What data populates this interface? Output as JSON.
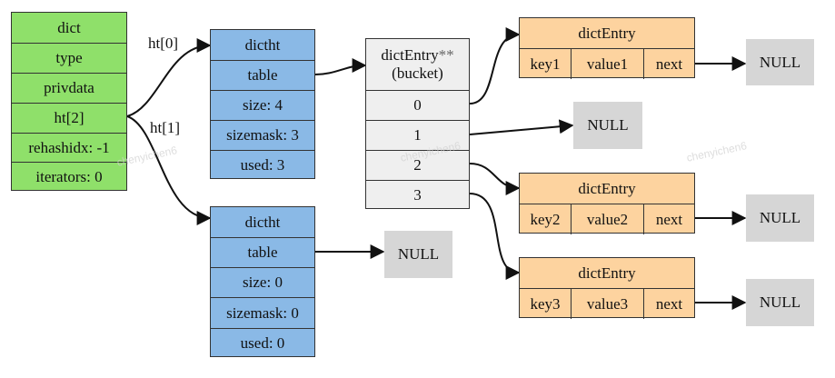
{
  "dict": {
    "title": "dict",
    "fields": [
      "type",
      "privdata",
      "ht[2]",
      "rehashidx: -1",
      "iterators: 0"
    ]
  },
  "edge_labels": {
    "ht0": "ht[0]",
    "ht1": "ht[1]"
  },
  "dictht0": {
    "title": "dictht",
    "fields": [
      "table",
      "size: 4",
      "sizemask: 3",
      "used: 3"
    ]
  },
  "dictht1": {
    "title": "dictht",
    "fields": [
      "table",
      "size: 0",
      "sizemask: 0",
      "used: 0"
    ]
  },
  "bucket": {
    "title_main": "dictEntry",
    "title_stars": "**",
    "title_sub": "(bucket)",
    "indexes": [
      "0",
      "1",
      "2",
      "3"
    ]
  },
  "entries": [
    {
      "title": "dictEntry",
      "key": "key1",
      "value": "value1",
      "next": "next"
    },
    {
      "title": "dictEntry",
      "key": "key2",
      "value": "value2",
      "next": "next"
    },
    {
      "title": "dictEntry",
      "key": "key3",
      "value": "value3",
      "next": "next"
    }
  ],
  "null_label": "NULL",
  "watermark": "chenyichen6",
  "colors": {
    "dict": "#8fe06a",
    "dictht": "#8ab9e6",
    "bucket": "#efefef",
    "entry": "#fdd39f",
    "null": "#d6d6d6"
  }
}
